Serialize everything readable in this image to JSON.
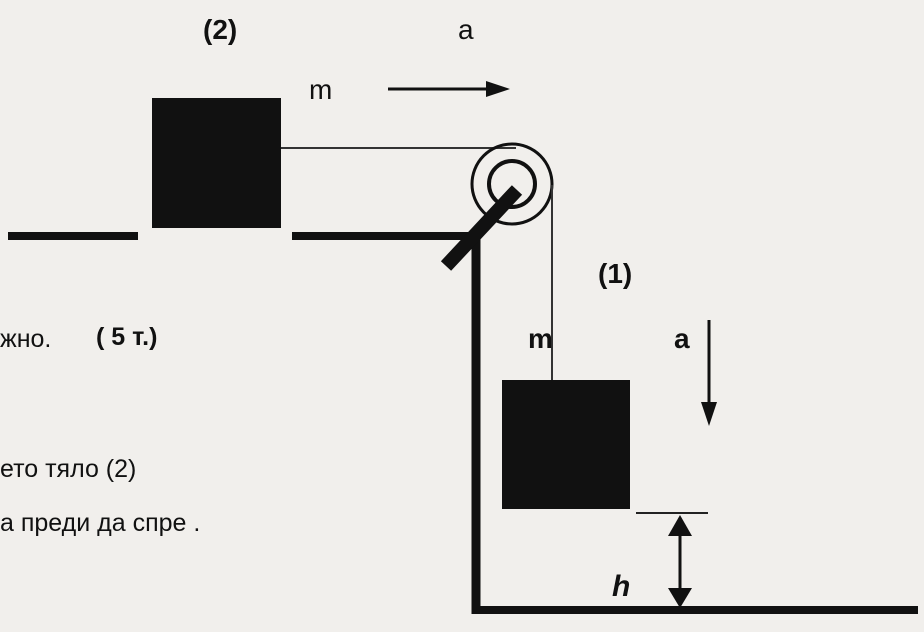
{
  "labels": {
    "body2_number": "(2)",
    "body1_number": "(1)",
    "mass_top": "m",
    "mass_side": "m",
    "accel_top": "a",
    "accel_side": "a",
    "height": "h"
  },
  "text_fragments": {
    "line1": "жно.",
    "points": "( 5 т.)",
    "line2": "ето тяло  (2)",
    "line3": "а  преди да спре ."
  },
  "colors": {
    "ink": "#111111",
    "paper": "#f1efec"
  }
}
